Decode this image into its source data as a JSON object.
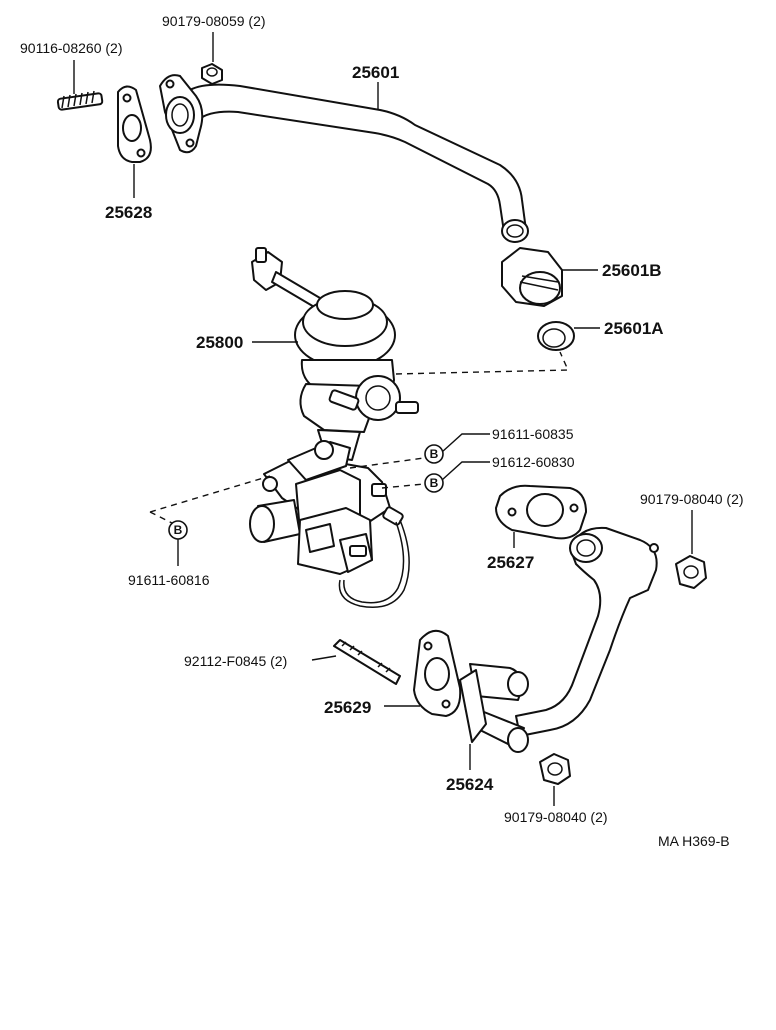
{
  "colors": {
    "ink": "#111111",
    "paper": "#ffffff"
  },
  "labels": {
    "p90179_08059": "90179-08059 (2)",
    "p90116_08260": "90116-08260 (2)",
    "p25601": "25601",
    "p25628": "25628",
    "p25601B": "25601B",
    "p25601A": "25601A",
    "p25800": "25800",
    "p91611_60835": "91611-60835",
    "p91612_60830": "91612-60830",
    "p91611_60816": "91611-60816",
    "p90179_08040_top": "90179-08040 (2)",
    "p25627": "25627",
    "p92112_F0845": "92112-F0845 (2)",
    "p25629": "25629",
    "p25624": "25624",
    "p90179_08040_bottom": "90179-08040 (2)",
    "diagram_code": "MA H369-B"
  },
  "bubbles": {
    "b1": "B",
    "b2": "B",
    "b3": "B"
  }
}
